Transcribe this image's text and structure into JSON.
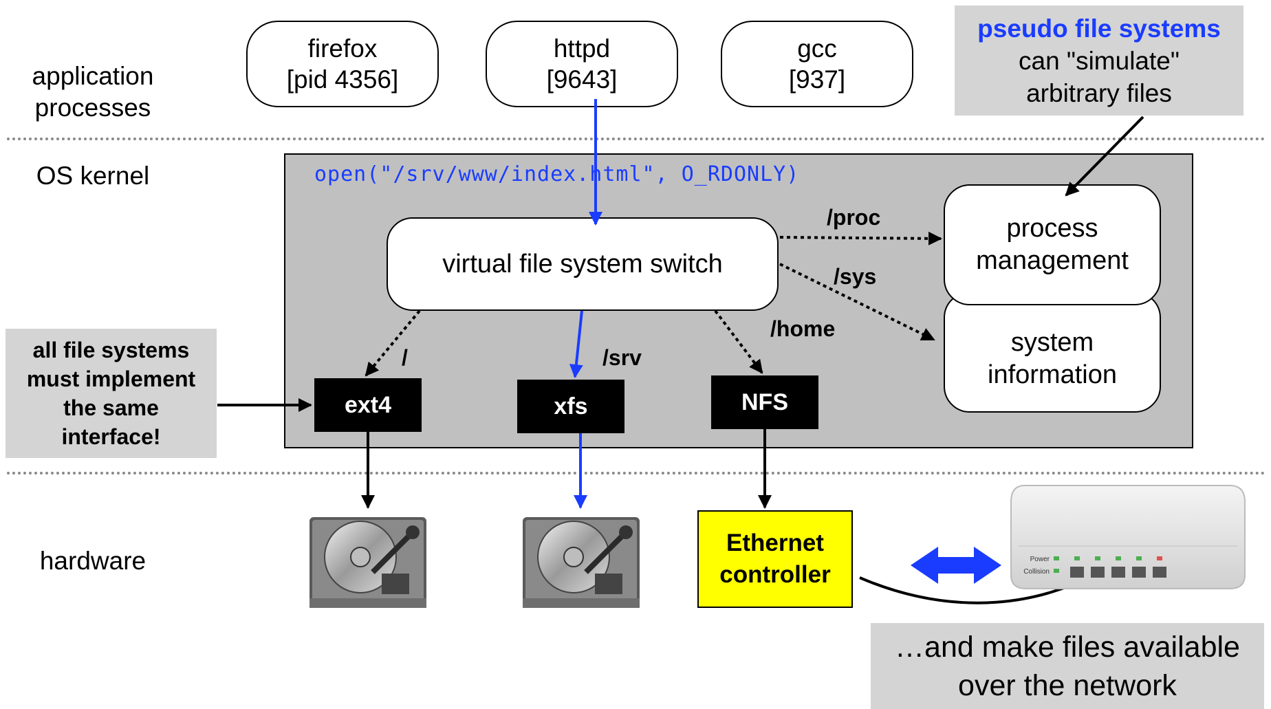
{
  "layers": {
    "application": "application\nprocesses",
    "kernel": "OS kernel",
    "hardware": "hardware"
  },
  "processes": [
    {
      "name": "firefox",
      "pid": "[pid 4356]"
    },
    {
      "name": "httpd",
      "pid": "[9643]"
    },
    {
      "name": "gcc",
      "pid": "[937]"
    }
  ],
  "pseudo_note": {
    "title": "pseudo file systems",
    "body": "can \"simulate\"\narbitrary files"
  },
  "syscall": "open(\"/srv/www/index.html\", O_RDONLY)",
  "vfs": "virtual file system switch",
  "process_management": "process\nmanagement",
  "system_information": "system\ninformation",
  "mounts": {
    "proc": "/proc",
    "sys": "/sys",
    "home": "/home",
    "root": "/",
    "srv": "/srv"
  },
  "filesystems": {
    "ext4": "ext4",
    "xfs": "xfs",
    "nfs": "NFS"
  },
  "interface_note": "all file systems\nmust implement\nthe same\ninterface!",
  "ethernet": "Ethernet\ncontroller",
  "switch_labels": {
    "power": "Power",
    "collision": "Collision"
  },
  "network_note": "…and make files available\nover the network",
  "colors": {
    "highlight": "#1a3cff",
    "note_bg": "#d4d4d4",
    "kernel_bg": "#c0c0c0",
    "ethernet_bg": "#ffff00"
  }
}
